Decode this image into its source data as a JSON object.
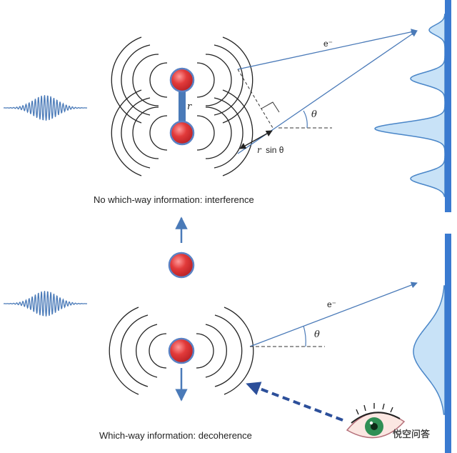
{
  "top_panel": {
    "caption": "No which-way information: interference",
    "electron_label": "e⁻",
    "angle_label": "θ",
    "separation_label": "r",
    "path_difference_label_italic": "r",
    "path_difference_label_rest": "sin θ"
  },
  "bottom_panel": {
    "caption": "Which-way information: decoherence",
    "electron_label": "e⁻",
    "angle_label": "θ"
  },
  "watermark": "悦空问答",
  "colors": {
    "arrow_blue": "#4a7ab8",
    "atom_red": "#e23a3a",
    "atom_outline": "#5a82c4",
    "screen_blue": "#3a7ad0",
    "pattern_fill": "#c8e2f7",
    "pattern_stroke": "#4a86c8",
    "eye_iris": "#2f8f55"
  }
}
